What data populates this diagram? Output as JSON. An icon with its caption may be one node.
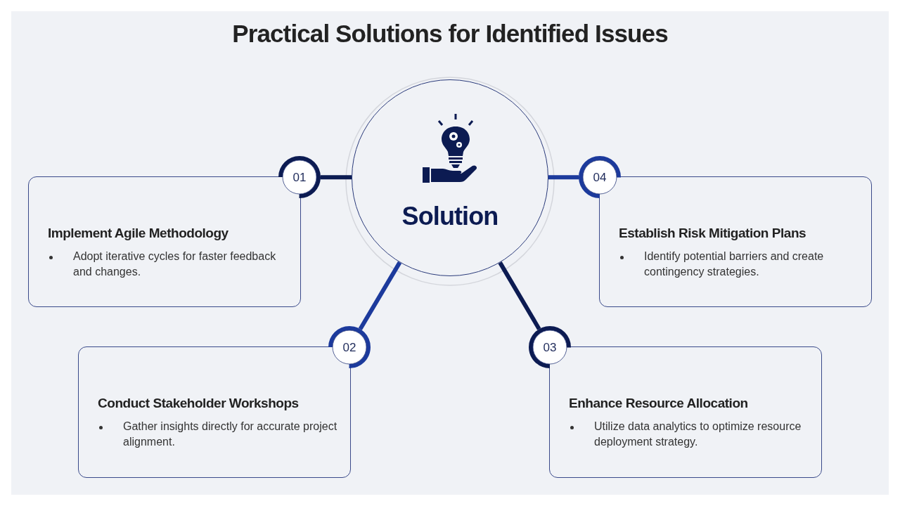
{
  "diagram": {
    "title": "Practical Solutions for Identified Issues",
    "nodes": [
      {
        "text": [
          "Solution"
        ]
      },
      {
        "text": [
          "01"
        ]
      },
      {
        "text": [
          "Implement Agile Methodology",
          "Adopt iterative cycles for faster feedback and changes."
        ]
      },
      {
        "text": [
          "04"
        ]
      },
      {
        "text": [
          "Establish Risk Mitigation Plans",
          "Identify potential barriers and create contingency strategies."
        ]
      },
      {
        "text": [
          "02"
        ]
      },
      {
        "text": [
          "Conduct Stakeholder Workshops",
          "Gather insights directly for accurate project alignment."
        ]
      },
      {
        "text": [
          "03"
        ]
      },
      {
        "text": [
          "Enhance Resource Allocation",
          "Utilize data analytics to optimize resource deployment strategy."
        ]
      }
    ],
    "edges": [
      {
        "from": 0,
        "to": 1,
        "arrow": "none",
        "color": "#0c1b52"
      },
      {
        "from": 0,
        "to": 3,
        "arrow": "none",
        "color": "#1c3a9c"
      },
      {
        "from": 0,
        "to": 5,
        "arrow": "none",
        "color": "#1c3a9c"
      },
      {
        "from": 0,
        "to": 7,
        "arrow": "none",
        "color": "#0c1b52"
      }
    ]
  }
}
